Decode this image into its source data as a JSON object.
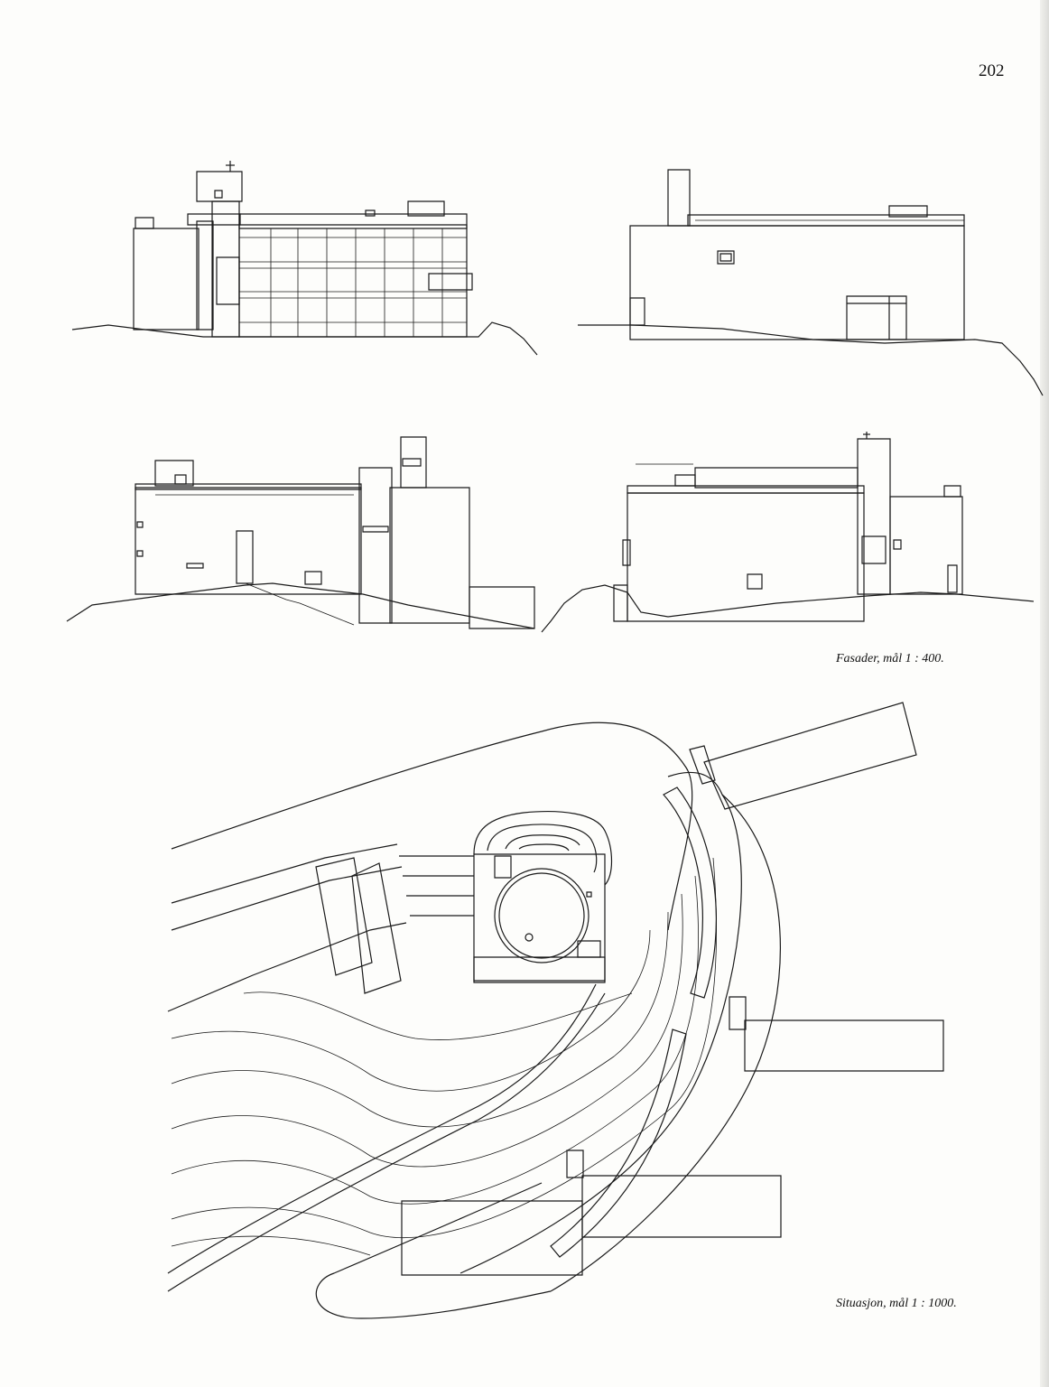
{
  "page": {
    "number": "202"
  },
  "captions": {
    "facades": "Fasader, mål 1 : 400.",
    "site_plan": "Situasjon, mål 1 : 1000."
  }
}
